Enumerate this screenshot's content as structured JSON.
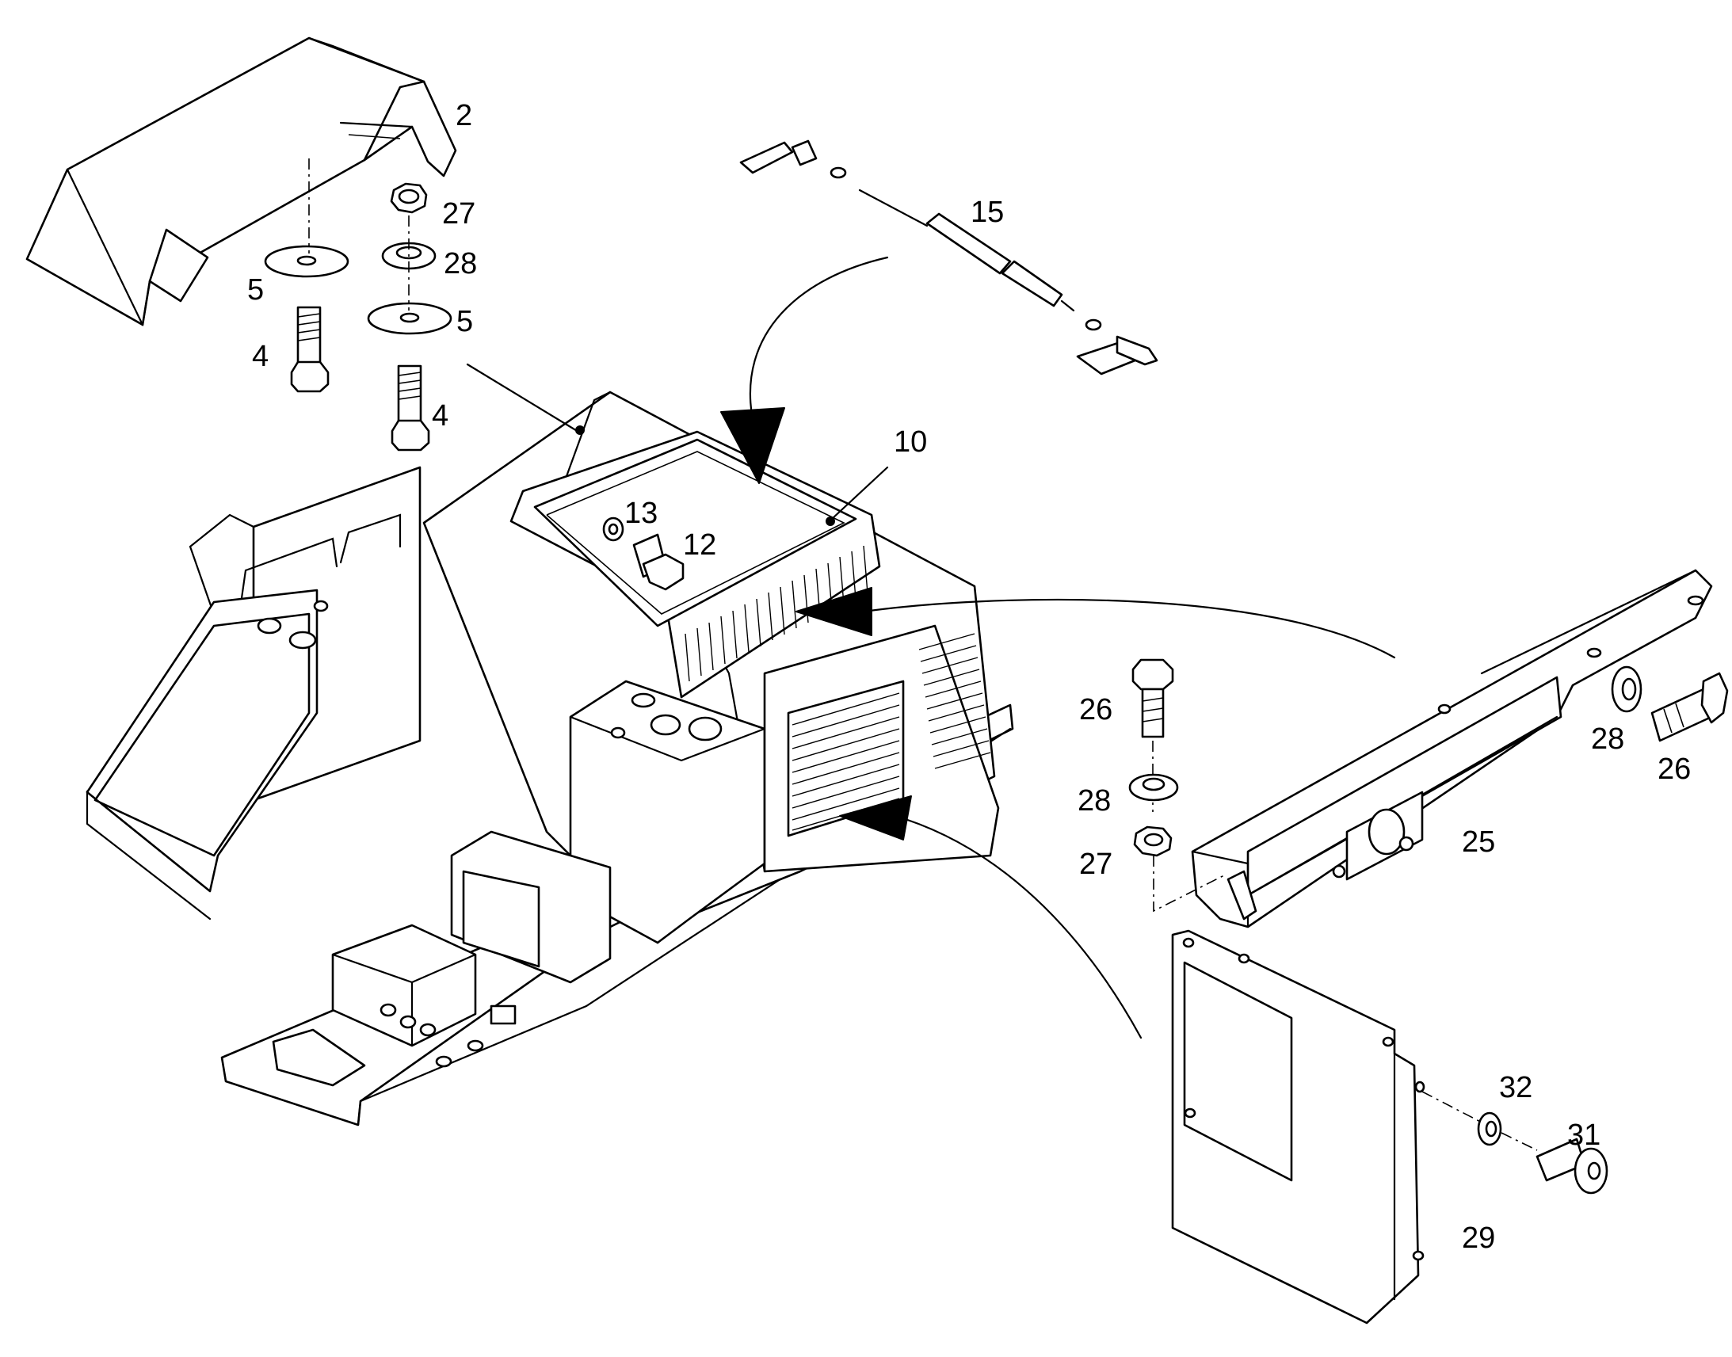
{
  "diagram": {
    "colors": {
      "ink": "#000000",
      "paper": "#ffffff"
    },
    "labels": {
      "l2": "2",
      "l27a": "27",
      "l28a": "28",
      "l5a": "5",
      "l5b": "5",
      "l4a": "4",
      "l4b": "4",
      "l15": "15",
      "l10": "10",
      "l13": "13",
      "l12": "12",
      "l26a": "26",
      "l28b": "28",
      "l27b": "27",
      "l28c": "28",
      "l26b": "26",
      "l25": "25",
      "l32": "32",
      "l31": "31",
      "l29": "29"
    }
  }
}
